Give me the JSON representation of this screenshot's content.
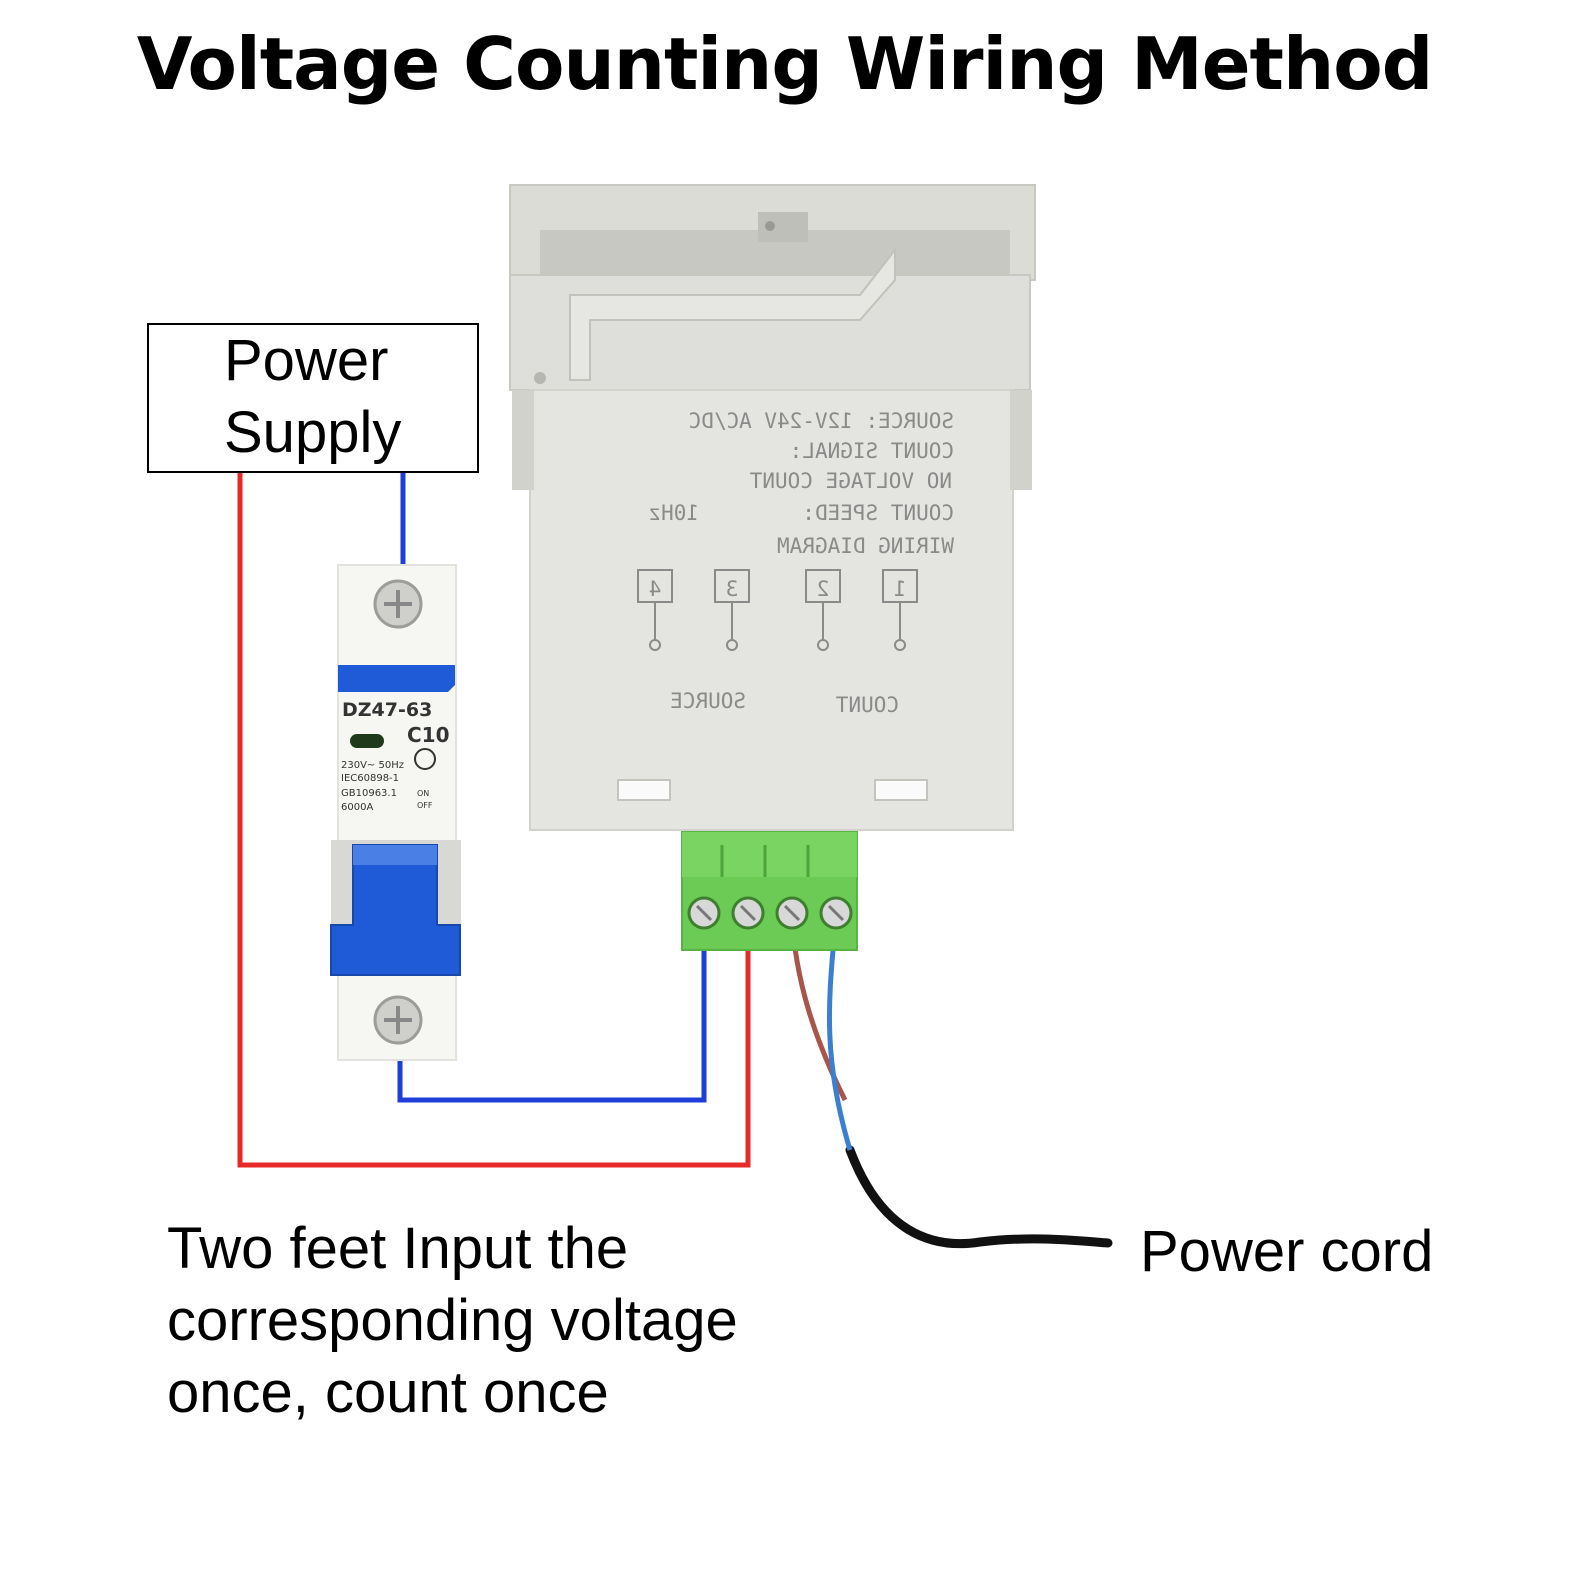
{
  "title": "Voltage Counting Wiring Method",
  "power_supply": {
    "line1": "Power",
    "line2": "Supply"
  },
  "caption": {
    "line1": "Two feet Input the",
    "line2": "corresponding voltage",
    "line3": "once, count once"
  },
  "power_cord_label": "Power cord",
  "breaker": {
    "model": "DZ47-63",
    "rating": "C10",
    "spec1": "230V~ 50Hz",
    "spec2": "IEC60898-1",
    "spec3": "GB10963.1",
    "spec4": "6000A",
    "on": "ON",
    "off": "OFF"
  },
  "counter_label": {
    "source": "SOURCE: 12V-24V AC/DC",
    "signal": "COUNT SIGNAL:",
    "signal_value": "NO VOLTAGE COUNT",
    "speed": "COUNT SPEED:",
    "speed_value": "10Hz",
    "wiring": "WIRING DIAGRAM",
    "terminals": [
      "4",
      "3",
      "2",
      "1"
    ],
    "group_source": "SOURCE",
    "group_count": "COUNT"
  },
  "colors": {
    "red_wire": "#e8292a",
    "blue_wire": "#1f3ed6",
    "terminal_green": "#6ccb55",
    "breaker_blue": "#1f5bd6",
    "housing": "#e4e4e0"
  }
}
